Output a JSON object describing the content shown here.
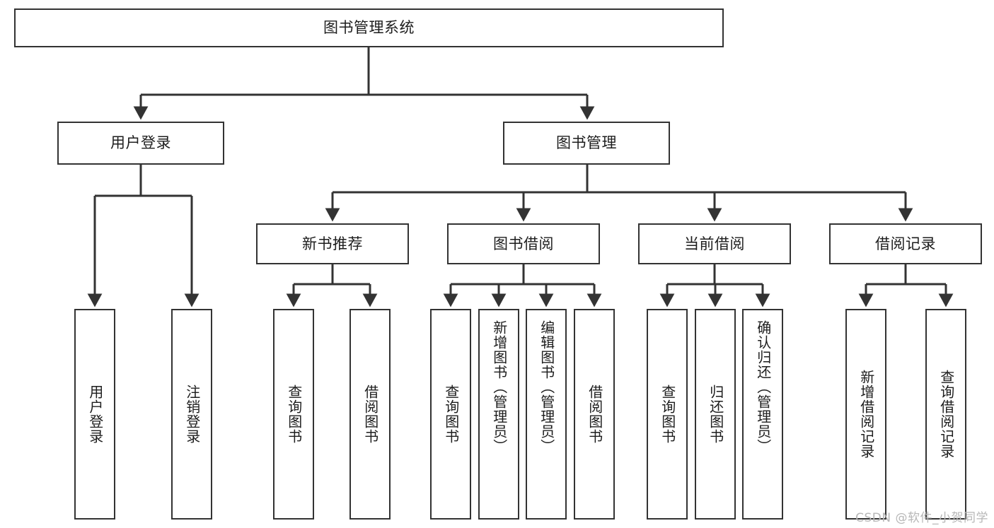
{
  "diagram": {
    "title": "图书管理系统",
    "type": "tree",
    "watermark": "CSDN @软件_小贺同学",
    "colors": {
      "box_border": "#333333",
      "box_fill": "#ffffff",
      "edge": "#333333",
      "text": "#1d1d1d",
      "watermark": "#b7b7b7"
    },
    "levels": [
      {
        "level": 0,
        "nodes": [
          {
            "id": "root",
            "label": "图书管理系统",
            "orientation": "horizontal"
          }
        ]
      },
      {
        "level": 1,
        "nodes": [
          {
            "id": "login",
            "label": "用户登录",
            "orientation": "horizontal",
            "parent": "root"
          },
          {
            "id": "bookmgr",
            "label": "图书管理",
            "orientation": "horizontal",
            "parent": "root"
          }
        ]
      },
      {
        "level": 2,
        "nodes": [
          {
            "id": "newbook",
            "label": "新书推荐",
            "orientation": "horizontal",
            "parent": "bookmgr"
          },
          {
            "id": "borrow",
            "label": "图书借阅",
            "orientation": "horizontal",
            "parent": "bookmgr"
          },
          {
            "id": "current",
            "label": "当前借阅",
            "orientation": "horizontal",
            "parent": "bookmgr"
          },
          {
            "id": "records",
            "label": "借阅记录",
            "orientation": "horizontal",
            "parent": "bookmgr"
          }
        ]
      },
      {
        "level": 3,
        "nodes": [
          {
            "id": "leaf1",
            "label": "用户登录",
            "orientation": "vertical",
            "parent": "login"
          },
          {
            "id": "leaf2",
            "label": "注销登录",
            "orientation": "vertical",
            "parent": "login"
          },
          {
            "id": "leaf3",
            "label": "查询图书",
            "orientation": "vertical",
            "parent": "newbook"
          },
          {
            "id": "leaf4",
            "label": "借阅图书",
            "orientation": "vertical",
            "parent": "newbook"
          },
          {
            "id": "leaf5",
            "label": "查询图书",
            "orientation": "vertical",
            "parent": "borrow"
          },
          {
            "id": "leaf6",
            "label": "新增图书（管理员）",
            "orientation": "vertical",
            "parent": "borrow"
          },
          {
            "id": "leaf7",
            "label": "编辑图书（管理员）",
            "orientation": "vertical",
            "parent": "borrow"
          },
          {
            "id": "leaf8",
            "label": "借阅图书",
            "orientation": "vertical",
            "parent": "borrow"
          },
          {
            "id": "leaf9",
            "label": "查询图书",
            "orientation": "vertical",
            "parent": "current"
          },
          {
            "id": "leaf10",
            "label": "归还图书",
            "orientation": "vertical",
            "parent": "current"
          },
          {
            "id": "leaf11",
            "label": "确认归还（管理员）",
            "orientation": "vertical",
            "parent": "current"
          },
          {
            "id": "leaf12",
            "label": "新增借阅记录",
            "orientation": "vertical",
            "parent": "records"
          },
          {
            "id": "leaf13",
            "label": "查询借阅记录",
            "orientation": "vertical",
            "parent": "records"
          }
        ]
      }
    ]
  }
}
